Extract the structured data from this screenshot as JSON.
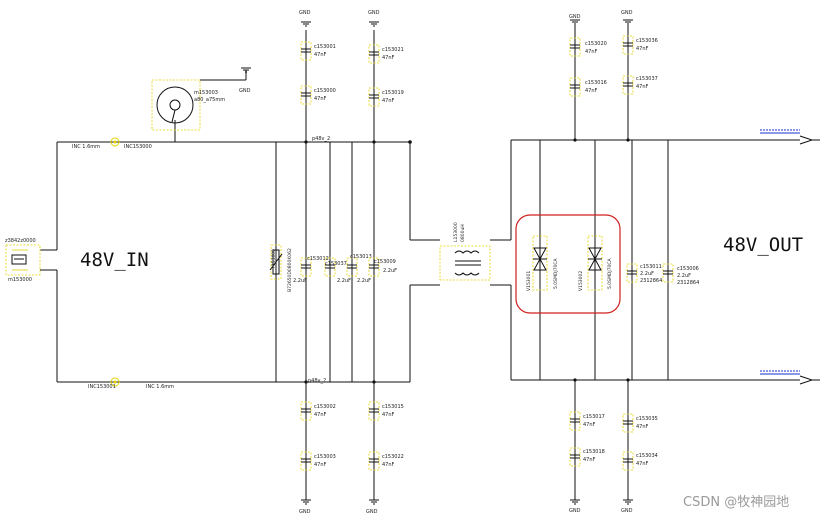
{
  "labels": {
    "in_title": "48V_IN",
    "out_title": "48V_OUT",
    "watermark": "CSDN @牧神园地",
    "net_top": "p48v_2",
    "net_bot": "p48v_2",
    "inc_top_left": "INC 1.6mm",
    "inc_top_right": "INC153000",
    "inc_bot_left": "INC153001",
    "inc_bot_right": "INC 1.6mm",
    "connector_ref": "z3842z0000",
    "connector_val": "m153000",
    "fan_ref": "m153003",
    "fan_val": "a80_a75mm",
    "varistor_ref": "r153000",
    "varistor_val": "B72650D0800K062",
    "inductor_ref": "L153000",
    "inductor_val": "0800uH",
    "tvs1_ref": "V153001",
    "tvs1_val": "5.0SMDJ70CA",
    "tvs2_ref": "V153002",
    "tvs2_val": "5.0SMDJ70CA",
    "gnd": "GND"
  },
  "caps_top_in": [
    {
      "ref": "c153001",
      "val": "47nF"
    },
    {
      "ref": "c153000",
      "val": "47nF"
    },
    {
      "ref": "c153021",
      "val": "47nF"
    },
    {
      "ref": "c153019",
      "val": "47nF"
    }
  ],
  "caps_mid_in": [
    {
      "ref": "c153012",
      "val": "2.2uF"
    },
    {
      "ref": "c153037",
      "val": "2.2uF"
    },
    {
      "ref": "c153013",
      "val": "2.2uF"
    },
    {
      "ref": "c153009",
      "val": "2.2uF"
    }
  ],
  "caps_bot_in": [
    {
      "ref": "c153002",
      "val": "47nF"
    },
    {
      "ref": "c153003",
      "val": "47nF"
    },
    {
      "ref": "c153015",
      "val": "47nF"
    },
    {
      "ref": "c153022",
      "val": "47nF"
    }
  ],
  "caps_top_out": [
    {
      "ref": "c153020",
      "val": "47nF"
    },
    {
      "ref": "c153016",
      "val": "47nF"
    },
    {
      "ref": "c153036",
      "val": "47nF"
    },
    {
      "ref": "c153037",
      "val": "47nF"
    }
  ],
  "caps_mid_out": [
    {
      "ref": "c153011",
      "val": "2.2uF",
      "pkg": "2312864"
    },
    {
      "ref": "c153006",
      "val": "2.2uF",
      "pkg": "2312864"
    }
  ],
  "caps_bot_out": [
    {
      "ref": "c153017",
      "val": "47nF"
    },
    {
      "ref": "c153018",
      "val": "47nF"
    },
    {
      "ref": "c153035",
      "val": "47nF"
    },
    {
      "ref": "c153034",
      "val": "47nF"
    }
  ],
  "colors": {
    "wire": "#111111",
    "part": "#e3d100",
    "highlight": "#d02020",
    "port": "#1a2fd0"
  }
}
